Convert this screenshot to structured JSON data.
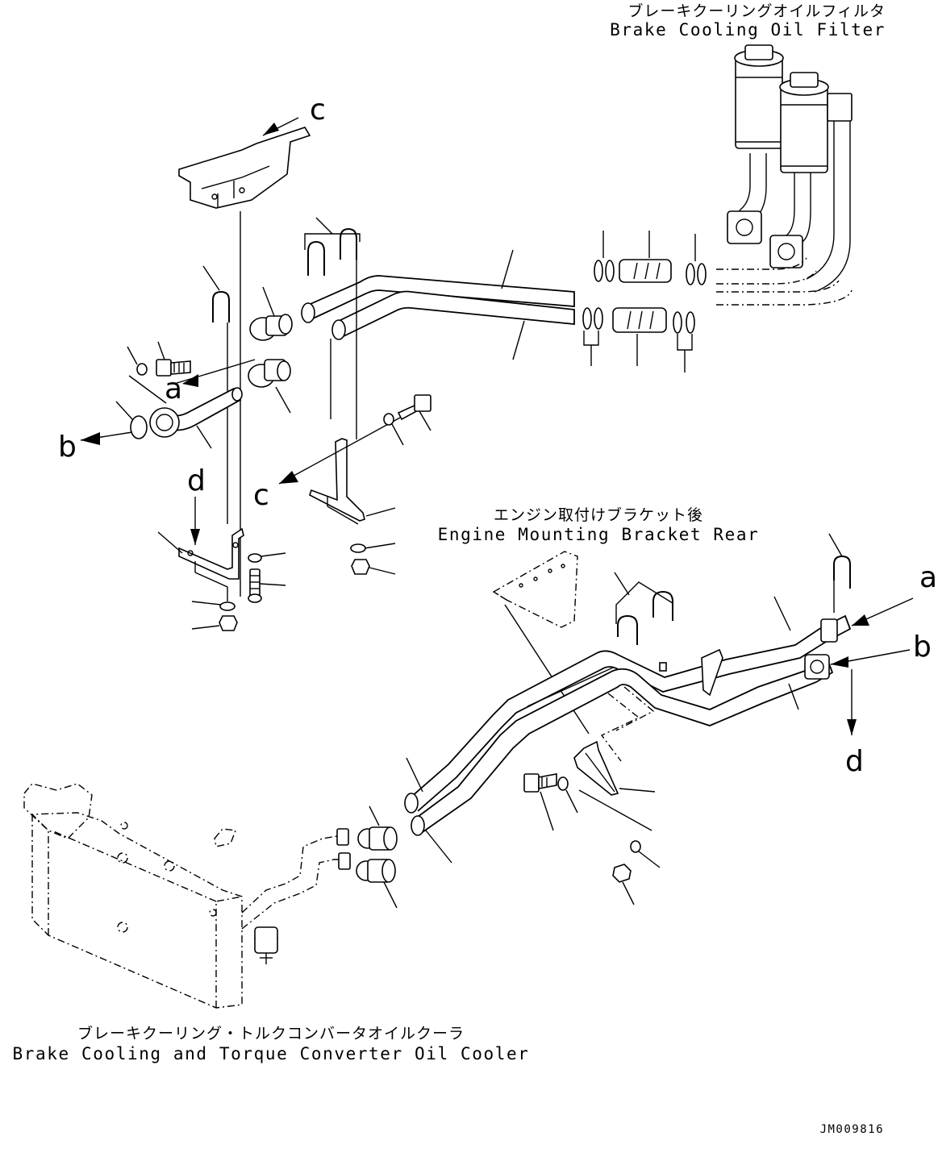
{
  "labels": {
    "filter_jp": "ブレーキクーリングオイルフィルタ",
    "filter_en": "Brake Cooling Oil Filter",
    "bracket_jp": "エンジン取付けブラケット後",
    "bracket_en": "Engine Mounting Bracket Rear",
    "cooler_jp": "ブレーキクーリング・トルクコンバータオイルクーラ",
    "cooler_en": "Brake Cooling and Torque Converter Oil Cooler",
    "drawing_code": "JM009816"
  },
  "reference_letters": {
    "a": "a",
    "b": "b",
    "c": "c",
    "d": "d"
  }
}
